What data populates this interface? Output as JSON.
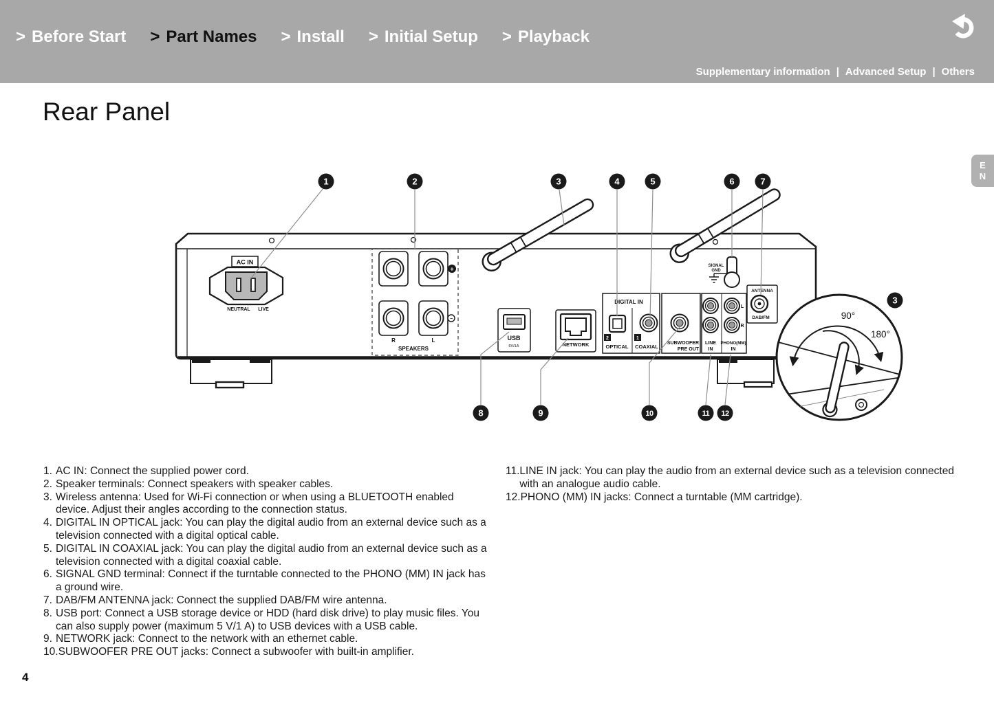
{
  "header": {
    "chevron": ">",
    "nav": [
      {
        "label": "Before Start"
      },
      {
        "label": "Part Names"
      },
      {
        "label": "Install"
      },
      {
        "label": "Initial Setup"
      },
      {
        "label": "Playback"
      }
    ],
    "subnav": [
      "Supplementary information",
      "Advanced Setup",
      "Others"
    ],
    "separator": "|"
  },
  "page": {
    "title": "Rear Panel",
    "page_number": "4",
    "language_tab": "EN"
  },
  "diagram": {
    "labels": {
      "ac_in": "AC IN",
      "neutral": "NEUTRAL",
      "live": "LIVE",
      "r": "R",
      "l": "L",
      "plus": "+",
      "minus": "−",
      "speakers": "SPEAKERS",
      "usb": "USB",
      "usb_power": "5V/1A",
      "network": "NETWORK",
      "digital_in": "DIGITAL IN",
      "badge_optical": "2",
      "optical": "OPTICAL",
      "badge_coaxial": "1",
      "coaxial": "COAXIAL",
      "subwoofer": "SUBWOOFER",
      "pre_out": "PRE OUT",
      "line": "LINE",
      "in": "IN",
      "phono": "PHONO(MM)",
      "signal": "SIGNAL",
      "gnd": "GND",
      "antenna": "ANTENNA",
      "dab_fm": "DAB/FM",
      "angle_90": "90°",
      "angle_180": "180°"
    },
    "callouts": {
      "top": [
        "1",
        "2",
        "3",
        "4",
        "5",
        "6",
        "7"
      ],
      "bottom": [
        "8",
        "9",
        "10",
        "11",
        "12"
      ],
      "detail": "3"
    }
  },
  "legend": {
    "left": [
      {
        "num": "1.",
        "text": "AC IN: Connect the supplied power cord."
      },
      {
        "num": "2.",
        "text": "Speaker terminals: Connect speakers with speaker cables."
      },
      {
        "num": "3.",
        "text": "Wireless antenna: Used for Wi-Fi connection or when using a BLUETOOTH enabled device. Adjust their angles according to the connection status."
      },
      {
        "num": "4.",
        "text": "DIGITAL IN OPTICAL jack: You can play the digital audio from an external device such as a television connected with a digital optical cable."
      },
      {
        "num": "5.",
        "text": "DIGITAL IN COAXIAL jack: You can play the digital audio from an external device such as a television connected with a digital coaxial cable."
      },
      {
        "num": "6.",
        "text": "SIGNAL GND terminal: Connect if the turntable connected to the PHONO (MM) IN jack has a ground wire."
      },
      {
        "num": "7.",
        "text": "DAB/FM ANTENNA jack: Connect the supplied DAB/FM wire antenna."
      },
      {
        "num": "8.",
        "text": "USB port: Connect a USB storage device or HDD (hard disk drive) to play music files. You can also supply power (maximum 5 V/1 A) to USB devices with a USB cable."
      },
      {
        "num": "9.",
        "text": "NETWORK jack: Connect to the network with an ethernet cable."
      },
      {
        "num": "10.",
        "text": "SUBWOOFER PRE OUT jacks: Connect a subwoofer with built-in amplifier."
      }
    ],
    "right": [
      {
        "num": "11.",
        "text": "LINE IN jack: You can play the audio from an external device such as a television connected with an analogue audio cable."
      },
      {
        "num": "12.",
        "text": "PHONO (MM) IN jacks: Connect a turntable (MM cartridge)."
      }
    ]
  }
}
